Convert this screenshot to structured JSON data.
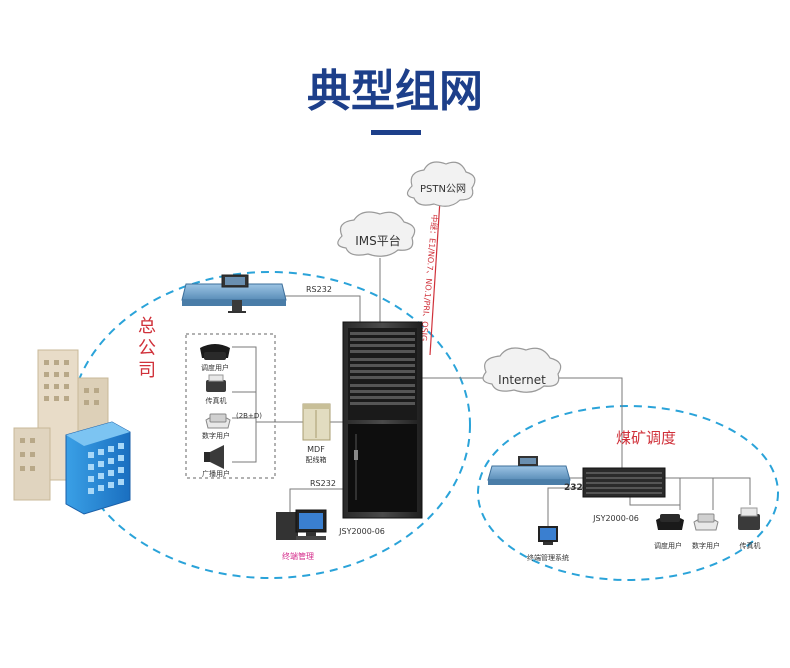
{
  "title": "典型组网",
  "colors": {
    "title": "#1d3f8a",
    "accent_bar": "#1d3f8a",
    "dashed_ellipse": "#2aa3d9",
    "red_text": "#d0313a",
    "pink_text": "#d42a8a",
    "line": "#7a7a7a",
    "cloud_fill": "#f2f2f2",
    "cloud_stroke": "#9a9a9a"
  },
  "clouds": {
    "pstn": "PSTN公网",
    "ims": "IMS平台",
    "internet": "Internet"
  },
  "trunk_label": "中继：E1/NO.7、NO.1/PRI、QSIG",
  "head_office": {
    "label": "总公司",
    "rs232_top": "RS232",
    "rs232_bottom": "RS232",
    "dispatch_user": "调度用户",
    "fax": "传真机",
    "digital_user": "数字用户",
    "broadcast_user": "广播用户",
    "line_count": "(2B+D)",
    "mdf": "MDF",
    "mdf_sub": "配线箱",
    "rack_model": "JSY2000-06",
    "terminal_mgmt": "终端管理"
  },
  "coal_mine": {
    "label": "煤矿调度",
    "port_label": "232",
    "switch_model": "JSY2000-06",
    "terminal_system": "终端管理系统",
    "dispatch_user": "调度用户",
    "digital_user": "数字用户",
    "fax": "传真机"
  }
}
